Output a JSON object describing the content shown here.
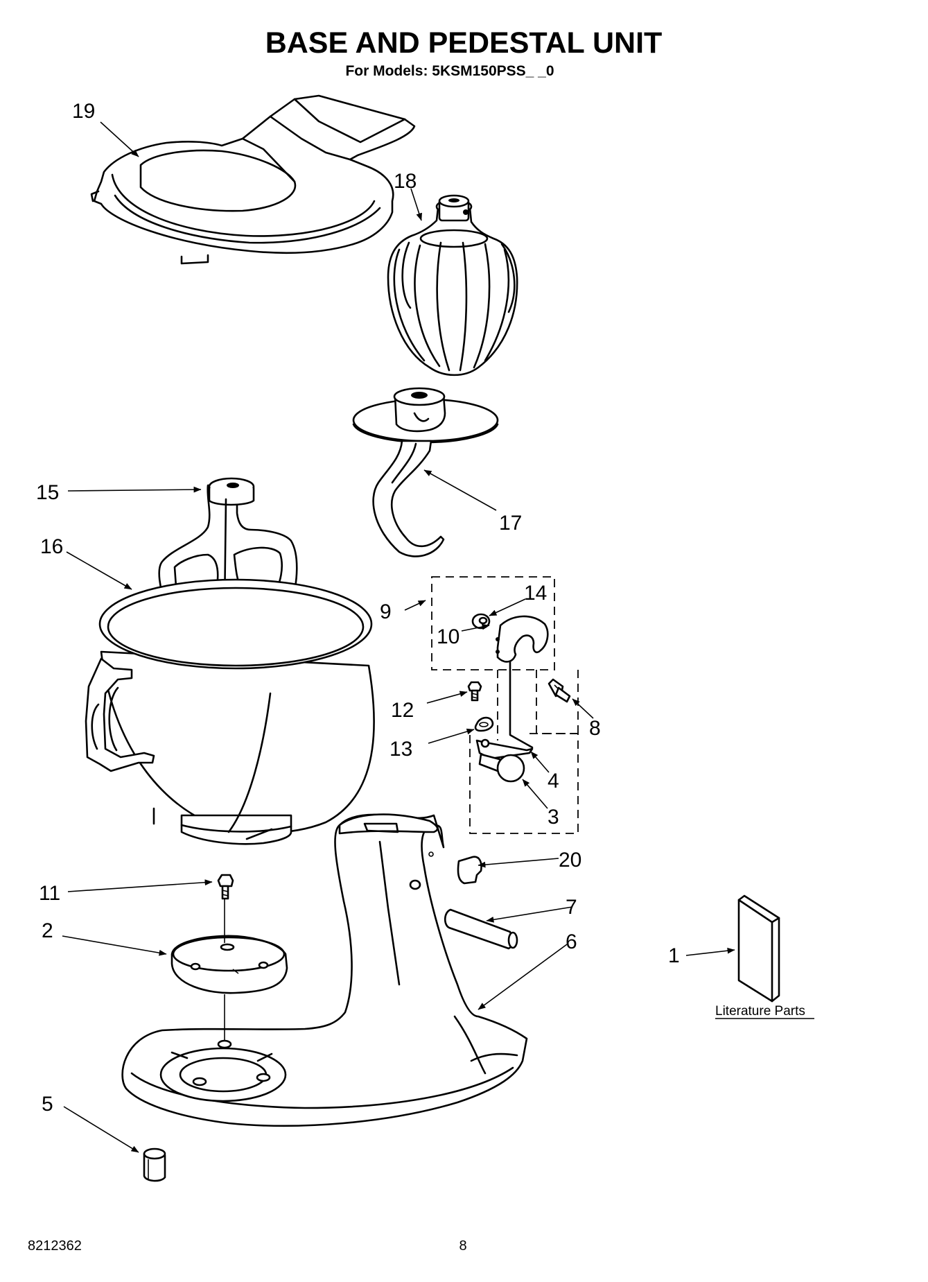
{
  "header": {
    "title": "BASE AND PEDESTAL UNIT",
    "subtitle": "For Models: 5KSM150PSS_ _0"
  },
  "callouts": {
    "c1": "1",
    "c2": "2",
    "c3": "3",
    "c4": "4",
    "c5": "5",
    "c6": "6",
    "c7": "7",
    "c8": "8",
    "c9": "9",
    "c10": "10",
    "c11": "11",
    "c12": "12",
    "c13": "13",
    "c14": "14",
    "c15": "15",
    "c16": "16",
    "c17": "17",
    "c18": "18",
    "c19": "19",
    "c20": "20"
  },
  "literature_caption": "Literature Parts",
  "footer": {
    "doc_number": "8212362",
    "page_number": "8"
  }
}
